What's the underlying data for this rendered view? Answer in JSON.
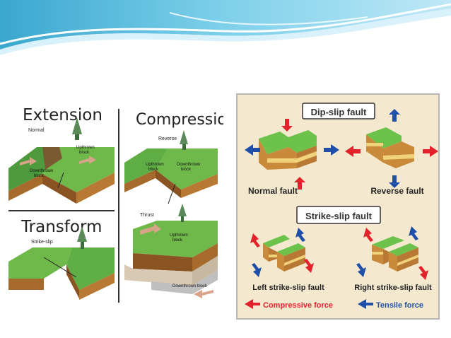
{
  "slide": {
    "header_colors": [
      "#2f9fc9",
      "#7fd0ea",
      "#cfeef8"
    ]
  },
  "left_figure": {
    "panels": [
      {
        "title": "Extension",
        "subtitle": "Normal",
        "labels": [
          "Upthrown block",
          "Downthrown block"
        ]
      },
      {
        "title": "Compression",
        "subtitle": "Reverse",
        "labels": [
          "Upthrown block",
          "Downthrown block"
        ]
      },
      {
        "title": "Transform",
        "subtitle": "Strike-slip",
        "labels": []
      },
      {
        "title": "",
        "subtitle": "Thrust",
        "labels": [
          "Upthrown block",
          "Downthrown block"
        ]
      }
    ]
  },
  "right_figure": {
    "dip_slip_title": "Dip-slip fault",
    "normal_fault": "Normal fault",
    "reverse_fault": "Reverse fault",
    "strike_slip_title": "Strike-slip fault",
    "left_strike_slip": "Left strike-slip fault",
    "right_strike_slip": "Right strike-slip fault",
    "legend": {
      "compressive": "Compressive force",
      "tensile": "Tensile force",
      "compressive_color": "#e3212b",
      "tensile_color": "#1f4fa8"
    },
    "colors": {
      "background": "#f4e9cf",
      "grass": "#6cc24a",
      "soil": "#c98a3b",
      "sand": "#f0d27a",
      "border": "#b7b7b7"
    }
  }
}
